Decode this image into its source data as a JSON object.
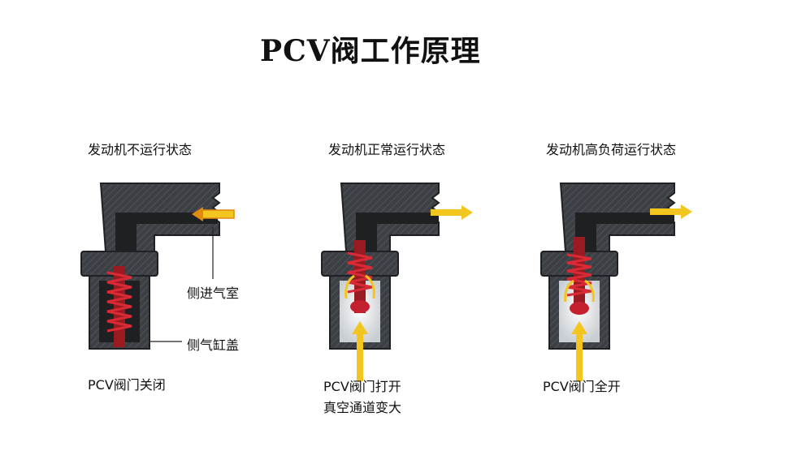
{
  "title": "PCV阀工作原理",
  "panels": [
    {
      "heading": "发动机不运行状态",
      "caption_lines": [
        "PCV阀门关闭"
      ]
    },
    {
      "heading": "发动机正常运行状态",
      "caption_lines": [
        "PCV阀门打开",
        "真空通道变大"
      ]
    },
    {
      "heading": "发动机高负荷运行状态",
      "caption_lines": [
        "PCV阀门全开"
      ]
    }
  ],
  "labels": {
    "side_inlet": "侧进气室",
    "cylinder_cover": "侧气缸盖"
  },
  "colors": {
    "body": "#3c4045",
    "body_shadow": "#2a2d31",
    "cavity": "#1e2022",
    "spring": "#c4202f",
    "flow_arrow": "#f3c61f",
    "arrow_outline": "#e08a10",
    "chamber": "#eef1f3"
  }
}
